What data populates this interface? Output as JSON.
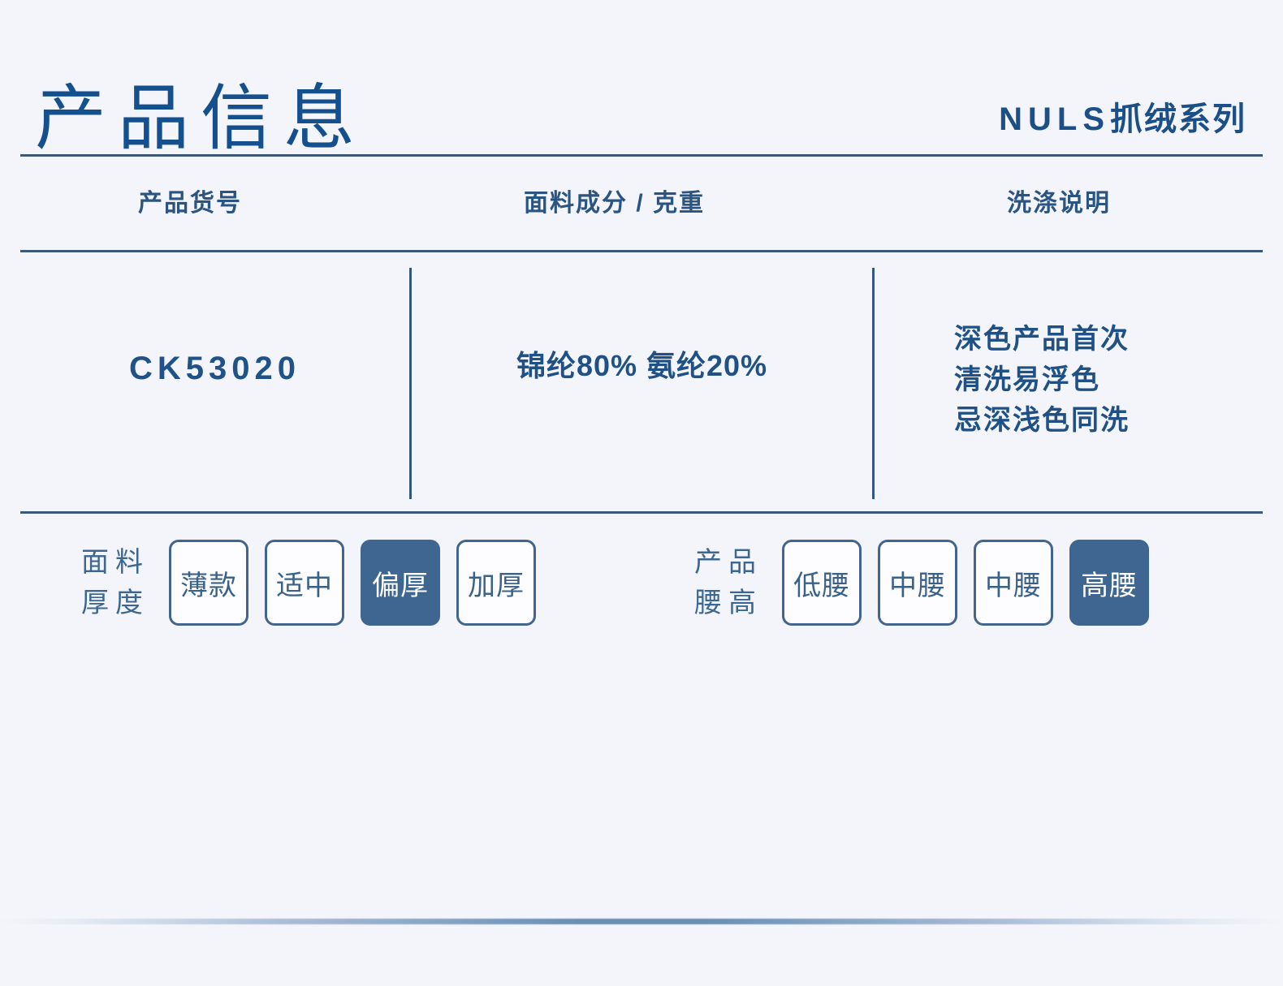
{
  "header": {
    "title": "产品信息",
    "series_latin": "NULS",
    "series_cn": "抓绒系列"
  },
  "table": {
    "columns": [
      "产品货号",
      "面料成分 / 克重",
      "洗涤说明"
    ],
    "row": {
      "product_code": "CK53020",
      "fabric": "锦纶80% 氨纶20%",
      "wash_lines": [
        "深色产品首次",
        "清洗易浮色",
        "忌深浅色同洗"
      ]
    }
  },
  "options": [
    {
      "label_line1": "面料",
      "label_line2": "厚度",
      "chips": [
        {
          "text": "薄款",
          "selected": false
        },
        {
          "text": "适中",
          "selected": false
        },
        {
          "text": "偏厚",
          "selected": true
        },
        {
          "text": "加厚",
          "selected": false
        }
      ]
    },
    {
      "label_line1": "产品",
      "label_line2": "腰高",
      "chips": [
        {
          "text": "低腰",
          "selected": false
        },
        {
          "text": "中腰",
          "selected": false
        },
        {
          "text": "中腰",
          "selected": false
        },
        {
          "text": "高腰",
          "selected": true
        }
      ]
    }
  ],
  "colors": {
    "background": "#f4f5fb",
    "title_blue": "#14508d",
    "rule_blue": "#39587a",
    "text_blue": "#1f5186",
    "chip_border": "#41658c",
    "chip_selected_bg": "#3f6690",
    "chip_selected_text": "#ffffff"
  }
}
